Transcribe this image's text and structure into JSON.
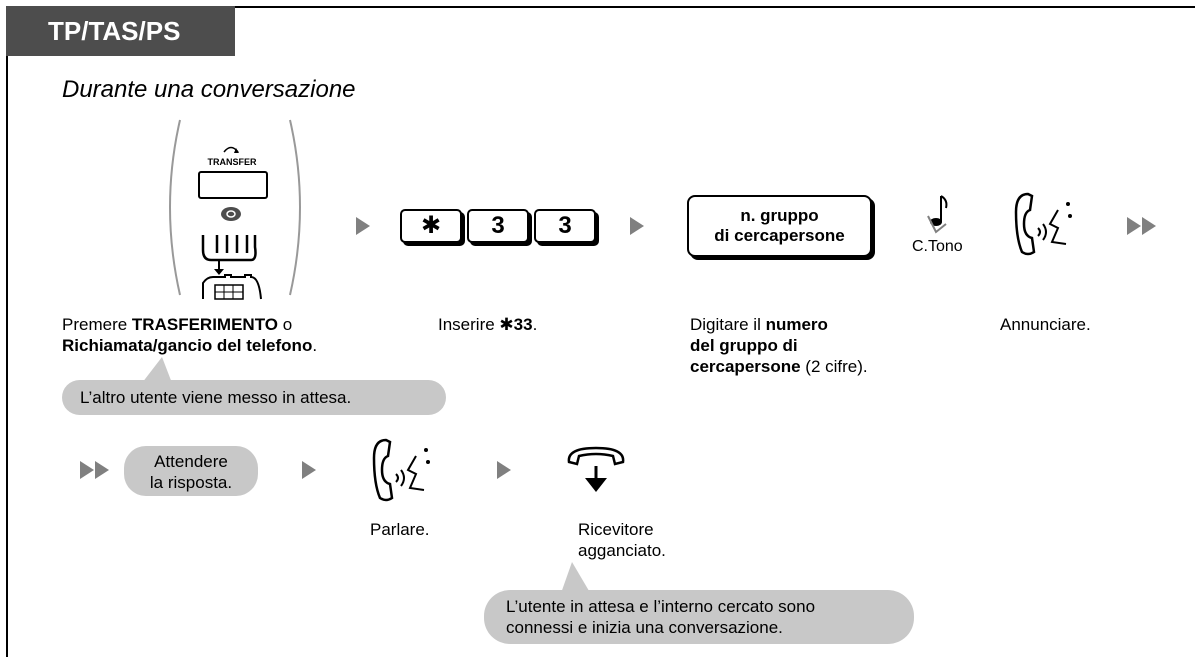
{
  "header": {
    "tag": "TP/TAS/PS",
    "subtitle": "Durante una conversazione"
  },
  "step1": {
    "button_label": "TRANSFER",
    "button_caption_a": "Premere ",
    "button_caption_b": "TRASFERIMENTO",
    "button_caption_c": " o",
    "button_caption_d": "Richiamata/gancio del telefono",
    "button_caption_e": ".",
    "bubble": "L’altro utente viene messo in attesa."
  },
  "step2": {
    "keys": [
      "✱",
      "3",
      "3"
    ],
    "caption_a": "Inserire ",
    "caption_b": "✱33",
    "caption_c": "."
  },
  "step3": {
    "box_line1": "n. gruppo",
    "box_line2": "di cercapersone",
    "caption_a": "Digitare il ",
    "caption_b1": "numero",
    "caption_b2": "del gruppo di",
    "caption_b3": "cercapersone",
    "caption_c": " (2 cifre)."
  },
  "tone": {
    "label": "C.Tono"
  },
  "step4": {
    "caption": "Annunciare."
  },
  "row2": {
    "wait_bubble_line1": "Attendere",
    "wait_bubble_line2": "la risposta.",
    "talk_caption": "Parlare.",
    "hangup_caption_line1": "Ricevitore",
    "hangup_caption_line2": "agganciato.",
    "final_bubble_line1": "L’utente in attesa e l’interno cercato sono",
    "final_bubble_line2": "connessi e inizia una conversazione."
  },
  "colors": {
    "tag_bg": "#4d4d4d",
    "bubble_bg": "#c8c8c8",
    "arrow": "#808080"
  }
}
